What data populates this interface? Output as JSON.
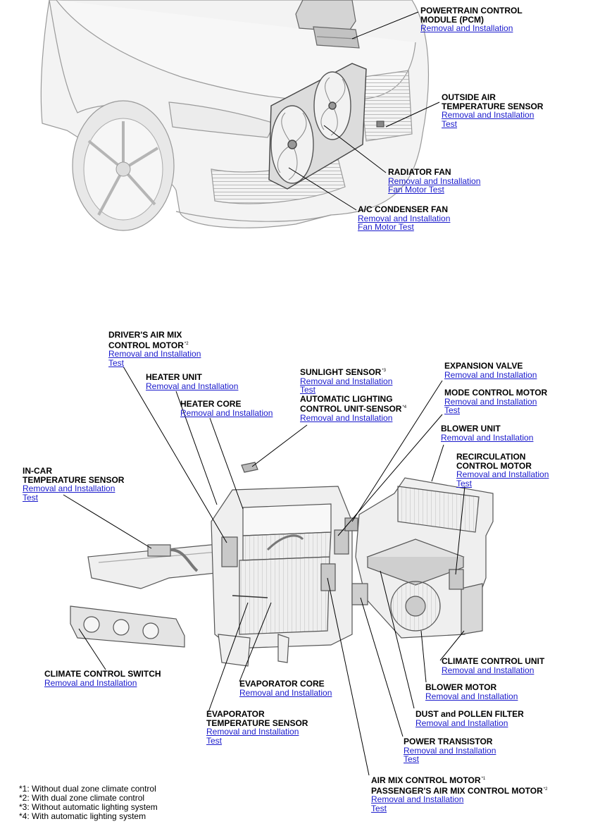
{
  "links": {
    "removal_installation": "Removal and Installation",
    "test": "Test",
    "fan_motor_test": "Fan Motor Test"
  },
  "callouts": {
    "pcm": {
      "title1": "POWERTRAIN CONTROL",
      "title2": "MODULE (PCM)"
    },
    "outside_air_sensor": {
      "title1": "OUTSIDE AIR",
      "title2": "TEMPERATURE SENSOR"
    },
    "radiator_fan": {
      "title": "RADIATOR FAN"
    },
    "ac_condenser_fan": {
      "title": "A/C CONDENSER FAN"
    },
    "drivers_air_mix_motor": {
      "title1": "DRIVER'S AIR MIX",
      "title2": "CONTROL MOTOR",
      "note": "*2"
    },
    "heater_unit": {
      "title": "HEATER UNIT"
    },
    "heater_core": {
      "title": "HEATER CORE"
    },
    "sunlight_sensor": {
      "title": "SUNLIGHT SENSOR",
      "note": "*3"
    },
    "auto_lighting_sensor": {
      "title1": "AUTOMATIC LIGHTING",
      "title2": "CONTROL UNIT-SENSOR",
      "note": "*4"
    },
    "expansion_valve": {
      "title": "EXPANSION VALVE"
    },
    "mode_control_motor": {
      "title": "MODE CONTROL MOTOR"
    },
    "blower_unit": {
      "title": "BLOWER UNIT"
    },
    "recirculation_motor": {
      "title1": "RECIRCULATION",
      "title2": "CONTROL MOTOR"
    },
    "in_car_sensor": {
      "title1": "IN-CAR",
      "title2": "TEMPERATURE SENSOR"
    },
    "climate_control_switch": {
      "title": "CLIMATE CONTROL SWITCH"
    },
    "climate_control_unit": {
      "title": "CLIMATE CONTROL UNIT"
    },
    "blower_motor": {
      "title": "BLOWER MOTOR"
    },
    "evaporator_core": {
      "title": "EVAPORATOR CORE"
    },
    "dust_pollen_filter": {
      "title": "DUST and POLLEN FILTER"
    },
    "evaporator_temp_sensor": {
      "title1": "EVAPORATOR",
      "title2": "TEMPERATURE SENSOR"
    },
    "power_transistor": {
      "title": "POWER TRANSISTOR"
    },
    "air_mix_motor": {
      "title1": "AIR MIX CONTROL MOTOR",
      "note1": "*1",
      "title2": "PASSENGER'S AIR MIX CONTROL MOTOR",
      "note2": "*2"
    }
  },
  "footnotes": [
    "*1: Without dual zone climate control",
    "*2: With dual zone climate control",
    "*3: Without automatic lighting system",
    "*4: With automatic lighting system"
  ],
  "colors": {
    "link": "#1a1acc",
    "outline": "#555555",
    "fill": "#eeeeee"
  }
}
